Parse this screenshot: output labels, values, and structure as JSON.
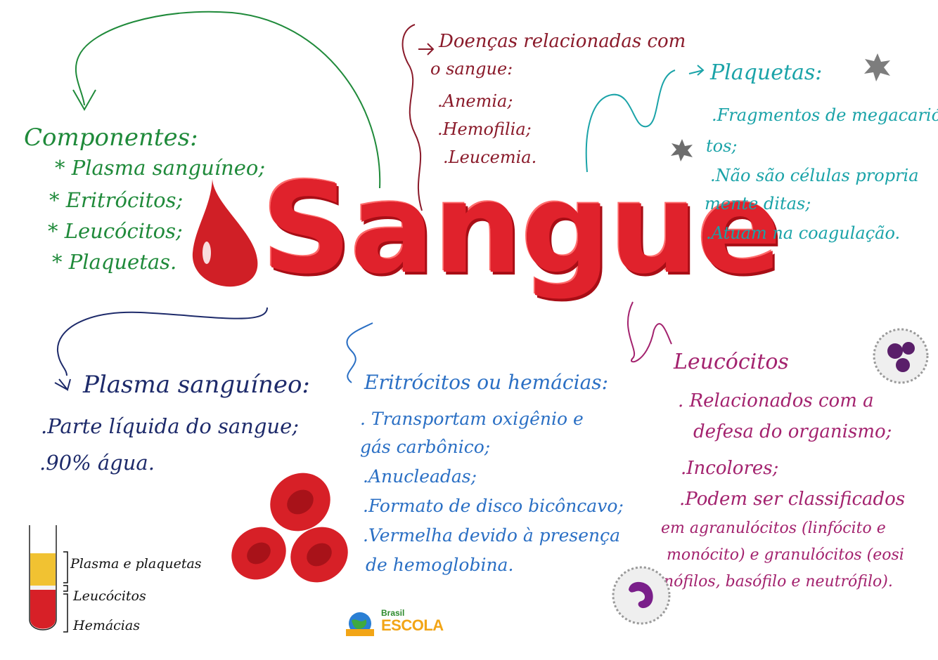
{
  "title": "Sangue",
  "colors": {
    "red": "#e0222c",
    "green": "#1f8a3a",
    "maroon": "#8a1a2a",
    "teal": "#1aa3a8",
    "navy": "#1d2a6a",
    "blue": "#2a6fc4",
    "magenta": "#a3226e"
  },
  "componentes": {
    "heading": "Componentes:",
    "items": [
      "* Plasma sanguíneo;",
      "* Eritrócitos;",
      "* Leucócitos;",
      "* Plaquetas."
    ]
  },
  "doencas": {
    "heading": "Doenças relacionadas com",
    "heading2": "o sangue:",
    "items": [
      ".Anemia;",
      ".Hemofilia;",
      ".Leucemia."
    ]
  },
  "plaquetas": {
    "heading": "Plaquetas:",
    "lines": [
      ".Fragmentos de megacarióci",
      "tos;",
      ".Não são células propria",
      "mente ditas;",
      ".Atuam na coagulação."
    ]
  },
  "plasma": {
    "heading": "Plasma sanguíneo:",
    "lines": [
      ".Parte líquida do sangue;",
      ".90% água."
    ]
  },
  "eritrocitos": {
    "heading": "Eritrócitos ou hemácias:",
    "lines": [
      ". Transportam oxigênio e",
      "gás carbônico;",
      ".Anucleadas;",
      ".Formato de disco bicôncavo;",
      ".Vermelha devido à presença",
      "de hemoglobina."
    ]
  },
  "leucocitos": {
    "heading": "Leucócitos",
    "lines": [
      ". Relacionados com a",
      "defesa do organismo;",
      ".Incolores;",
      ".Podem ser classificados",
      "em agranulócitos (linfócito e",
      "monócito) e granulócitos (eosi",
      "nófilos, basófilo e neutrófilo)."
    ]
  },
  "tubo": {
    "labels": [
      "Plasma e plaquetas",
      "Leucócitos",
      "Hemácias"
    ]
  },
  "brand": {
    "line1": "Brasil",
    "line2": "ESCOLA"
  }
}
